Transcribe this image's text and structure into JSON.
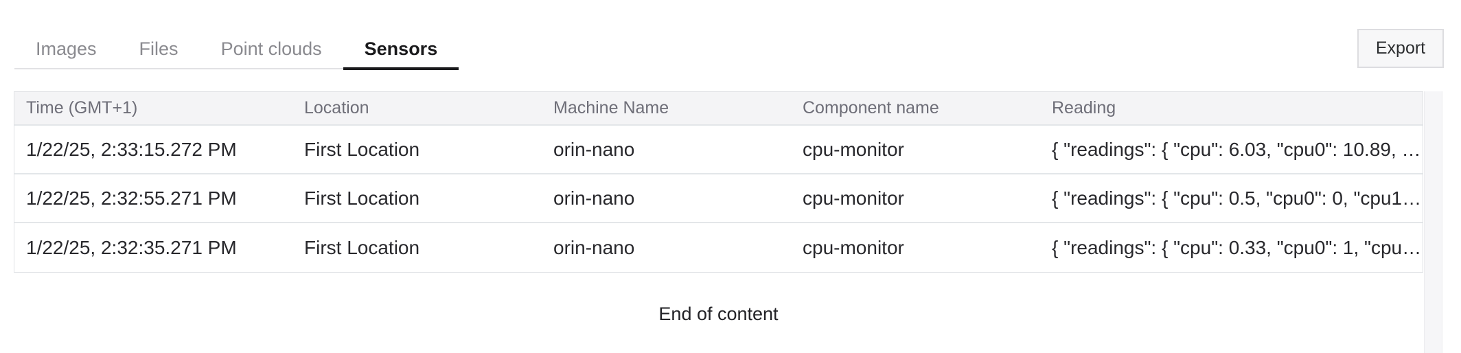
{
  "tabs": {
    "items": [
      {
        "label": "Images"
      },
      {
        "label": "Files"
      },
      {
        "label": "Point clouds"
      },
      {
        "label": "Sensors"
      }
    ],
    "active": "Sensors"
  },
  "toolbar": {
    "export_label": "Export"
  },
  "table": {
    "columns": [
      "Time (GMT+1)",
      "Location",
      "Machine Name",
      "Component name",
      "Reading"
    ],
    "rows": [
      {
        "time": "1/22/25, 2:33:15.272 PM",
        "location": "First Location",
        "machine": "orin-nano",
        "component": "cpu-monitor",
        "reading": "{ \"readings\": { \"cpu\": 6.03, \"cpu0\": 10.89, \"c…"
      },
      {
        "time": "1/22/25, 2:32:55.271 PM",
        "location": "First Location",
        "machine": "orin-nano",
        "component": "cpu-monitor",
        "reading": "{ \"readings\": { \"cpu\": 0.5, \"cpu0\": 0, \"cpu1\": …"
      },
      {
        "time": "1/22/25, 2:32:35.271 PM",
        "location": "First Location",
        "machine": "orin-nano",
        "component": "cpu-monitor",
        "reading": "{ \"readings\": { \"cpu\": 0.33, \"cpu0\": 1, \"cpu1\"…"
      }
    ],
    "end_message": "End of content"
  },
  "colors": {
    "active_tab": "#1a1a1c",
    "inactive_tab": "#8a8a8f",
    "tab_underline": "#e2e2e4",
    "header_bg": "#f4f4f6",
    "row_border": "#e3e6e9",
    "table_border": "#dfe1e4",
    "button_bg": "#f7f7f8",
    "button_border": "#dddde0",
    "scroll_track": "#f6f6f8"
  }
}
